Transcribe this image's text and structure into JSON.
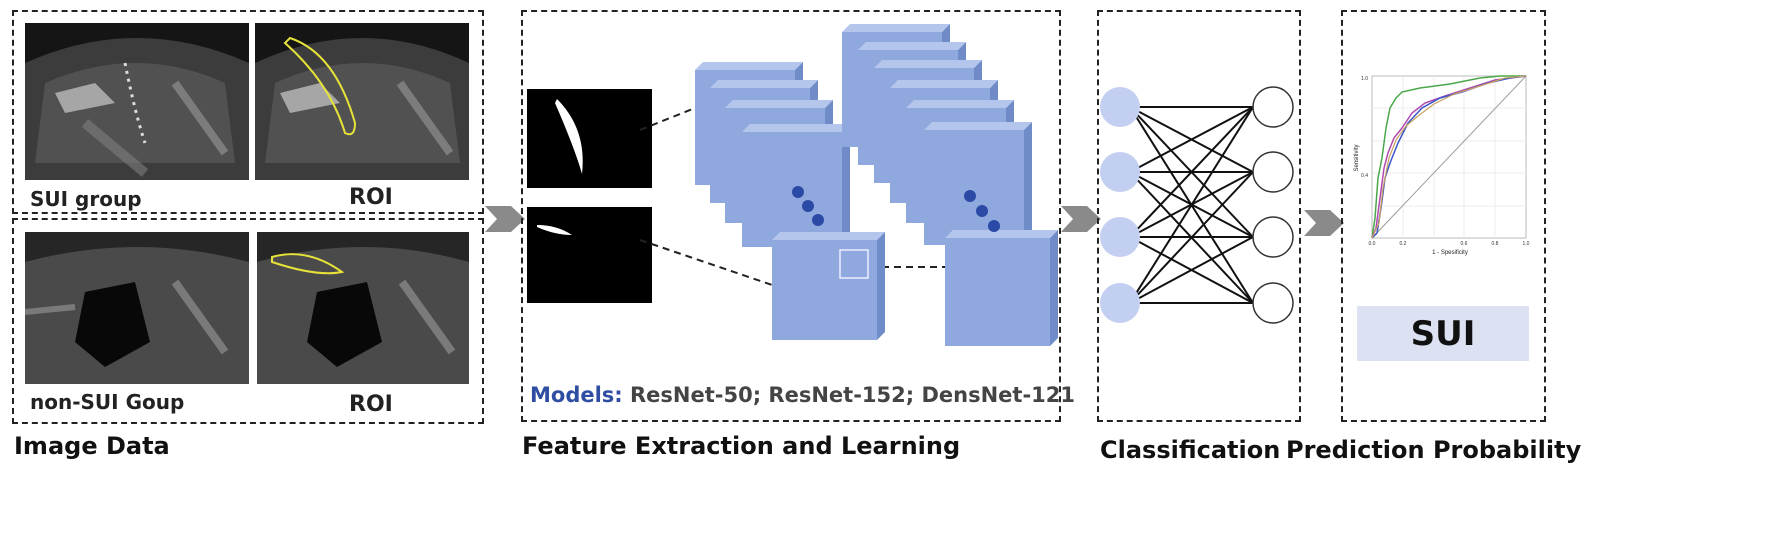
{
  "image_data": {
    "sui_label": "SUI group",
    "roi_label_1": "ROI",
    "non_sui_label": "non-SUI Goup",
    "roi_label_2": "ROI",
    "section_title": "Image Data"
  },
  "feature": {
    "models_key": "Models:",
    "models_value": "ResNet-50; ResNet-152; DensNet-121",
    "section_title": "Feature Extraction and Learning"
  },
  "classification": {
    "section_title": "Classification"
  },
  "prediction": {
    "roc_xlabel": "1 - Spesificity",
    "roc_ylabel": "Sensitivity",
    "roc_ticks": [
      "0.0",
      "0.2",
      "0.4",
      "0.6",
      "0.8",
      "1.0"
    ],
    "result": "SUI",
    "section_title": "Prediction Probability"
  },
  "colors": {
    "cube_front": "#8fa9df",
    "cube_top": "#b4c6ec",
    "cube_side": "#6f8cc9",
    "node_fill": "#c3cff0",
    "dot": "#2b4aa6",
    "chevron": "#8a8a8a",
    "pred_box": "#dde2f3",
    "roi_outline": "#e6e23a"
  }
}
